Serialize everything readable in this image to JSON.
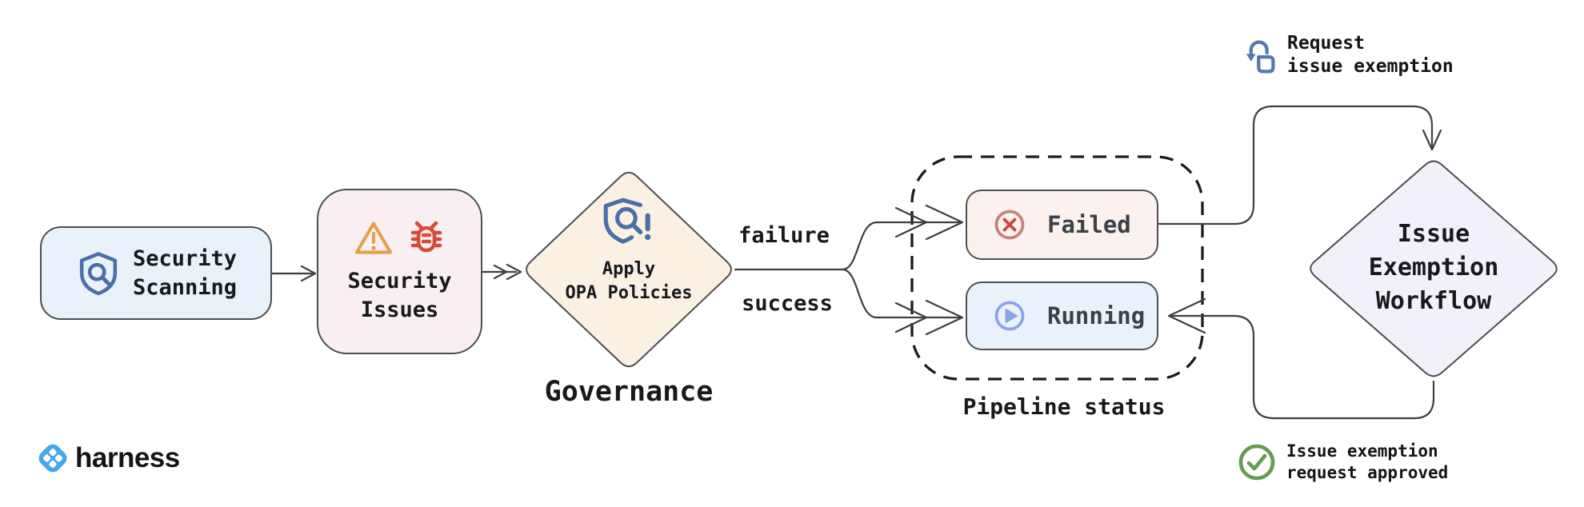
{
  "nodes": {
    "security_scanning": {
      "label": "Security\nScanning"
    },
    "security_issues": {
      "label": "Security\nIssues"
    },
    "apply_opa": {
      "label": "Apply\nOPA Policies"
    },
    "failed": {
      "label": "Failed"
    },
    "running": {
      "label": "Running"
    },
    "issue_exemption": {
      "label": "Issue\nExemption\nWorkflow"
    },
    "governance_caption": "Governance",
    "pipeline_status_caption": "Pipeline status"
  },
  "edges": {
    "failure_label": "failure",
    "success_label": "success"
  },
  "annotations": {
    "request": {
      "label": "Request\nissue exemption"
    },
    "approved": {
      "label": "Issue exemption\nrequest approved"
    }
  },
  "logo": {
    "text": "harness"
  },
  "icons": {
    "security_scanning": "shield-search-icon",
    "security_issues": [
      "warning-triangle-icon",
      "bug-icon"
    ],
    "apply_opa": "shield-scan-alert-icon",
    "failed": "circle-x-icon",
    "running": "circle-play-icon",
    "request": "tap-gesture-icon",
    "approved": "circle-check-icon",
    "logo": "harness-logo-icon"
  },
  "colors": {
    "node_border": "#4f4f4f",
    "connector": "#3f3f3f",
    "dashed_border": "#1c1c1c",
    "scanning_bg": "#e9f1fb",
    "issues_bg": "#f9eff3",
    "opa_bg": "#faf1e3",
    "failed_bg": "#fbf2f0",
    "running_bg": "#e9f1fb",
    "exemption_bg": "#f3f0fa",
    "icon_blue": "#4c6fa7",
    "annotation_blue": "#5578b0",
    "warning_amber": "#e2a14c",
    "bug_red": "#d84b38",
    "failed_circle": "#c5837d",
    "failed_x": "#cb4b41",
    "running_icon": "#8ba4e9",
    "approved_green": "#689a52",
    "harness_blue": "#47a7e7"
  }
}
